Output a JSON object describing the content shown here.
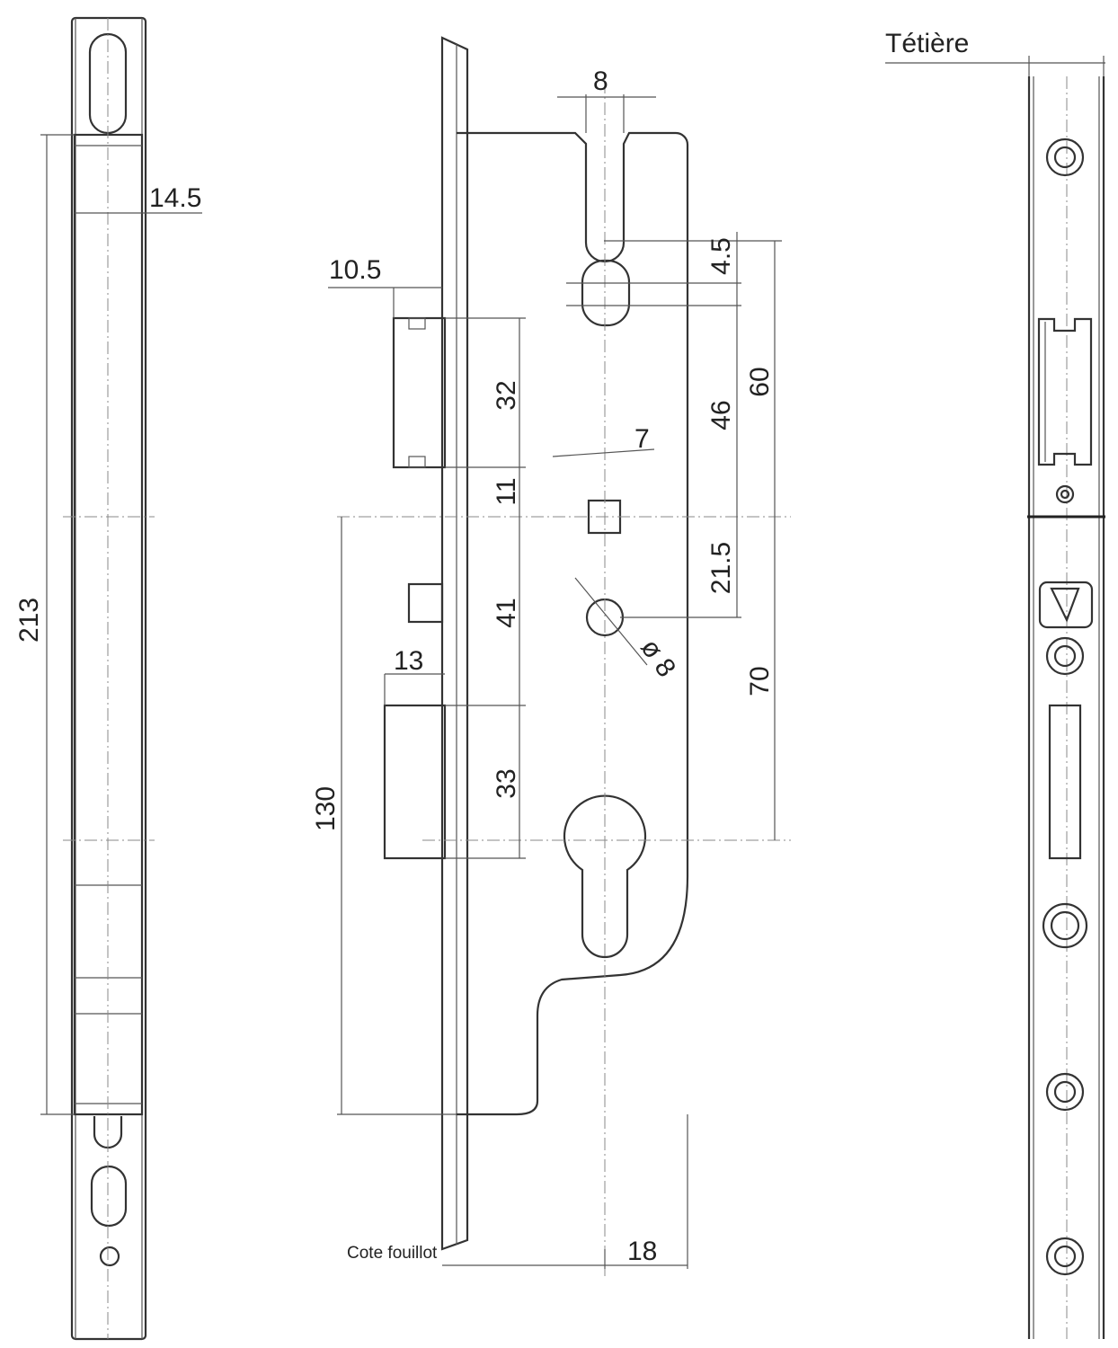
{
  "title": "Tétière",
  "left_view": {
    "height_dim": "213",
    "width_dim": "14.5"
  },
  "center_view": {
    "slot_width": "8",
    "latch_offset": "10.5",
    "latch_height": "32",
    "gap_11": "11",
    "square_width": "7",
    "dim_4_5": "4.5",
    "dim_46": "46",
    "dim_60": "60",
    "dim_21_5": "21.5",
    "hole_diameter": "ø 8",
    "dim_41": "41",
    "dim_70": "70",
    "bolt_offset": "13",
    "bolt_height": "33",
    "dim_130": "130",
    "backset_label": "Cote fouillot",
    "backset_value": "18"
  }
}
